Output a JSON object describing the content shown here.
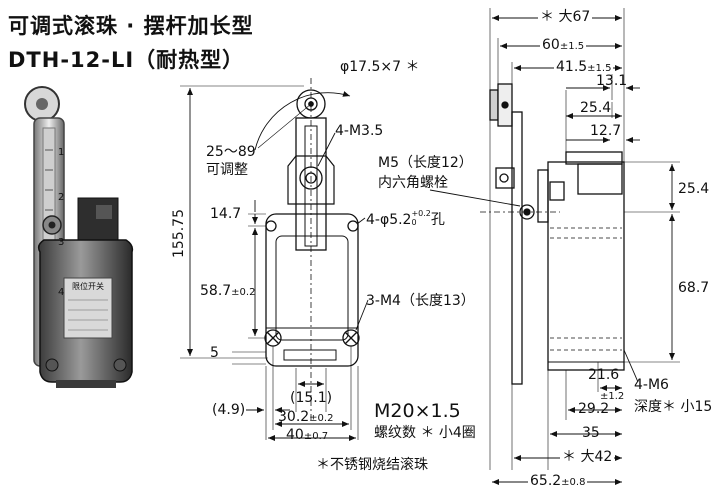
{
  "title": {
    "line1": "可调式滚珠 · 摆杆加长型",
    "line2": "DTH-12-LI（耐热型）"
  },
  "front_view": {
    "roller_dia": "φ17.5×7 ＊",
    "angle_range": "25～89",
    "angle_note": "可调整",
    "screw": "4-M3.5",
    "height_total": "155.75",
    "dim_14_7": "14.7",
    "hole_label": "4-φ5.2",
    "hole_tol_sup": "+0.2",
    "hole_tol_sub": "0",
    "hole_unit": "孔",
    "dim_58_7": "58.7",
    "dim_58_7_tol": "±0.2",
    "mount_screw": "3-M4（长度13）",
    "dim_5": "5",
    "dim_15_1": "(15.1)",
    "dim_4_9": "(4.9)",
    "dim_30_2": "30.2",
    "dim_30_2_tol": "±0.2",
    "dim_40": "40",
    "dim_40_tol": "±0.7"
  },
  "thread": {
    "label": "M20×1.5",
    "note": "螺纹数 ＊ 小4圈"
  },
  "material_note": "＊不锈钢烧结滚珠",
  "side_view": {
    "bolt_label_1": "M5（长度12）",
    "bolt_label_2": "内六角螺栓",
    "max_67": "＊ 大67",
    "dim_60": "60",
    "dim_60_tol": "±1.5",
    "dim_41_5": "41.5",
    "dim_41_5_tol": "±1.5",
    "dim_13_1": "13.1",
    "dim_25_4_top": "25.4",
    "dim_12_7": "12.7",
    "dim_25_4_right": "25.4",
    "dim_68_7": "68.7",
    "dim_21_6": "21.6",
    "dim_29_2": "29.2",
    "dim_29_2_tol": "±1.2",
    "thread_4m6": "4-M6",
    "thread_depth": "深度＊ 小15",
    "dim_35": "35",
    "max_42": "＊ 大42",
    "dim_65_2": "65.2",
    "dim_65_2_tol": "±0.8"
  },
  "photo": {
    "nameplate": "限位开关",
    "scale_ticks": [
      "1",
      "2",
      "3",
      "4"
    ]
  }
}
